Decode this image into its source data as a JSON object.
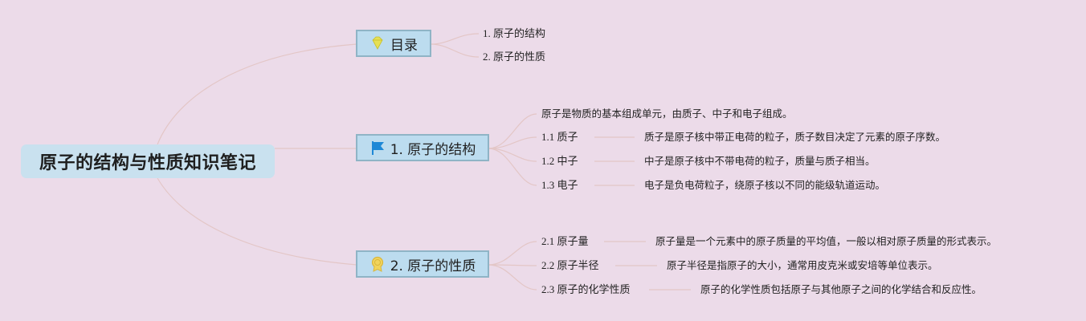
{
  "root": {
    "title": "原子的结构与性质知识笔记"
  },
  "branches": [
    {
      "label": "目录",
      "icon": "diamond-icon",
      "children": [
        {
          "label": "1. 原子的结构"
        },
        {
          "label": "2. 原子的性质"
        }
      ]
    },
    {
      "label": "1. 原子的结构",
      "icon": "flag-icon",
      "intro": "原子是物质的基本组成单元，由质子、中子和电子组成。",
      "children": [
        {
          "label": "1.1 质子",
          "desc": "质子是原子核中带正电荷的粒子，质子数目决定了元素的原子序数。"
        },
        {
          "label": "1.2 中子",
          "desc": "中子是原子核中不带电荷的粒子，质量与质子相当。"
        },
        {
          "label": "1.3 电子",
          "desc": "电子是负电荷粒子，绕原子核以不同的能级轨道运动。"
        }
      ]
    },
    {
      "label": "2. 原子的性质",
      "icon": "award-medal-icon",
      "children": [
        {
          "label": "2.1 原子量",
          "desc": "原子量是一个元素中的原子质量的平均值，一般以相对原子质量的形式表示。"
        },
        {
          "label": "2.2 原子半径",
          "desc": "原子半径是指原子的大小，通常用皮克米或安培等单位表示。"
        },
        {
          "label": "2.3 原子的化学性质",
          "desc": "原子的化学性质包括原子与其他原子之间的化学结合和反应性。"
        }
      ]
    }
  ],
  "colors": {
    "background": "#ecdbe9",
    "root_fill": "#c9e1ef",
    "branch_fill": "#bcdcef",
    "branch_border": "#8fb4c6",
    "connector": "#e3c6c6",
    "flag": "#1e88d6",
    "diamond": "#e6e055",
    "medal": "#d9b63c"
  }
}
